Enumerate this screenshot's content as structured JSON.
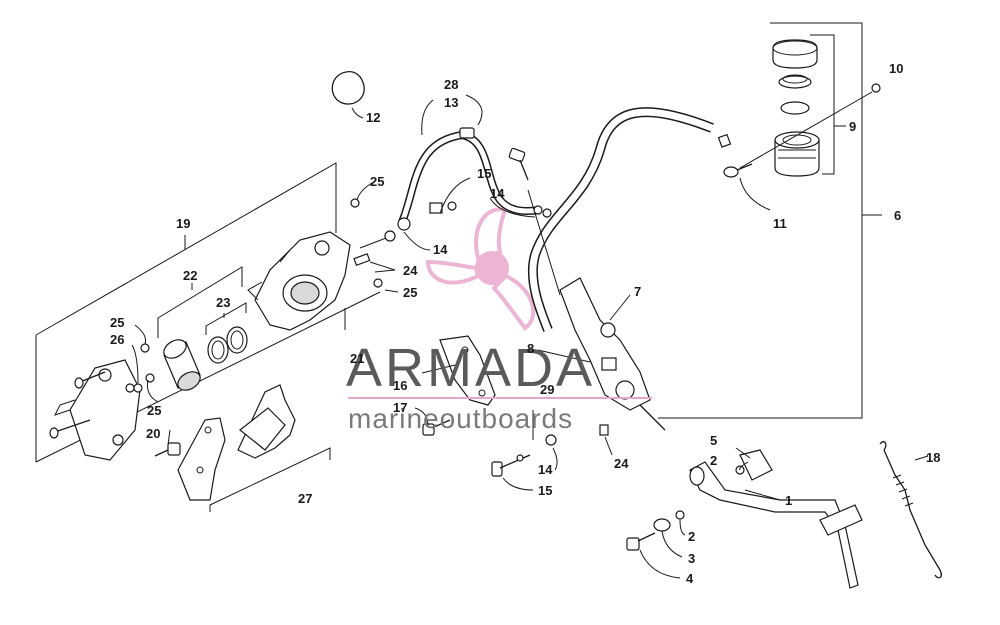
{
  "diagram": {
    "callouts": [
      {
        "id": "c1",
        "text": "1"
      },
      {
        "id": "c2a",
        "text": "2"
      },
      {
        "id": "c2b",
        "text": "2"
      },
      {
        "id": "c3",
        "text": "3"
      },
      {
        "id": "c4",
        "text": "4"
      },
      {
        "id": "c5",
        "text": "5"
      },
      {
        "id": "c6",
        "text": "6"
      },
      {
        "id": "c7",
        "text": "7"
      },
      {
        "id": "c8",
        "text": "8"
      },
      {
        "id": "c9",
        "text": "9"
      },
      {
        "id": "c10",
        "text": "10"
      },
      {
        "id": "c11",
        "text": "11"
      },
      {
        "id": "c12",
        "text": "12"
      },
      {
        "id": "c13",
        "text": "13"
      },
      {
        "id": "c14a",
        "text": "14"
      },
      {
        "id": "c14b",
        "text": "14"
      },
      {
        "id": "c14c",
        "text": "14"
      },
      {
        "id": "c15a",
        "text": "15"
      },
      {
        "id": "c15b",
        "text": "15"
      },
      {
        "id": "c16",
        "text": "16"
      },
      {
        "id": "c17",
        "text": "17"
      },
      {
        "id": "c18",
        "text": "18"
      },
      {
        "id": "c19",
        "text": "19"
      },
      {
        "id": "c20",
        "text": "20"
      },
      {
        "id": "c21",
        "text": "21"
      },
      {
        "id": "c22",
        "text": "22"
      },
      {
        "id": "c23",
        "text": "23"
      },
      {
        "id": "c24a",
        "text": "24"
      },
      {
        "id": "c24b",
        "text": "24"
      },
      {
        "id": "c25a",
        "text": "25"
      },
      {
        "id": "c25b",
        "text": "25"
      },
      {
        "id": "c25c",
        "text": "25"
      },
      {
        "id": "c25d",
        "text": "25"
      },
      {
        "id": "c26",
        "text": "26"
      },
      {
        "id": "c27",
        "text": "27"
      },
      {
        "id": "c28",
        "text": "28"
      },
      {
        "id": "c29",
        "text": "29"
      }
    ]
  },
  "watermark": {
    "title": "ARMADA",
    "subtitle": "marineoutboards",
    "logo_color": "#e9a9cc",
    "line_color": "#e7a6c9"
  }
}
